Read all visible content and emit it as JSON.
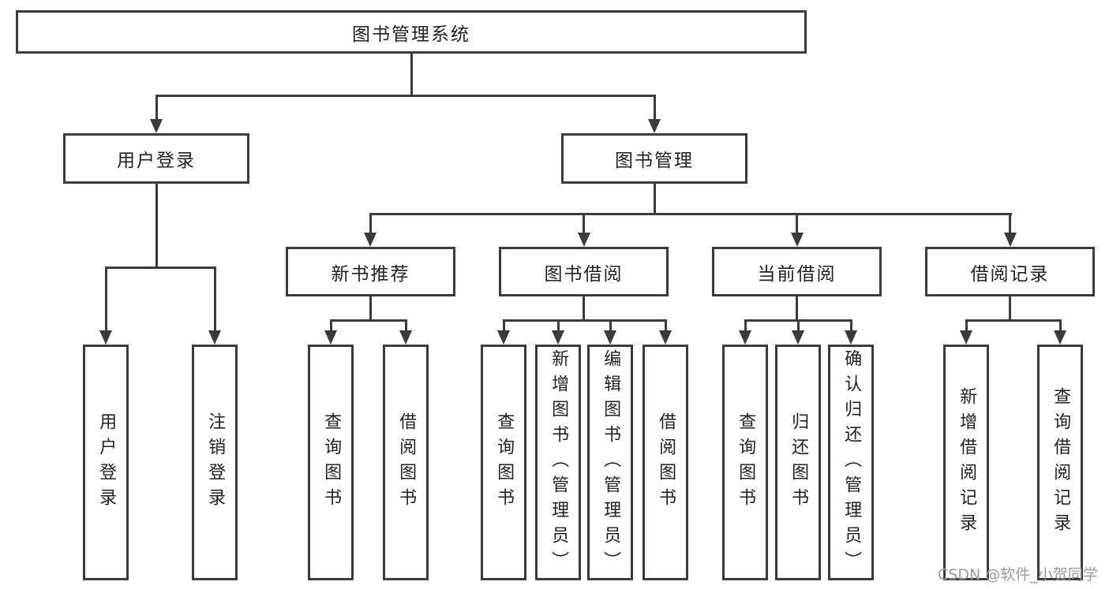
{
  "colors": {
    "line": "#3b3b3b",
    "text": "#222222",
    "background": "#ffffff",
    "watermark": "#9b9b9b"
  },
  "nodes": {
    "root": "图书管理系统",
    "user_login": "用户登录",
    "book_management": "图书管理",
    "new_book_recommend": "新书推荐",
    "book_borrowing": "图书借阅",
    "current_borrowing": "当前借阅",
    "borrowing_records": "借阅记录",
    "login": "用户登录",
    "logout": "注销登录",
    "recommend_query_books": "查询图书",
    "recommend_borrow_books": "借阅图书",
    "borrow_query_books": "查询图书",
    "borrow_add_books": "新增图书（管理员）",
    "borrow_edit_books": "编辑图书（管理员）",
    "borrow_lend_books": "借阅图书",
    "current_query_books": "查询图书",
    "current_return_books": "归还图书",
    "current_confirm_return": "确认归还（管理员）",
    "records_add": "新增借阅记录",
    "records_query": "查询借阅记录"
  },
  "watermark": {
    "text": "CSDN @软件_小贺同学"
  }
}
